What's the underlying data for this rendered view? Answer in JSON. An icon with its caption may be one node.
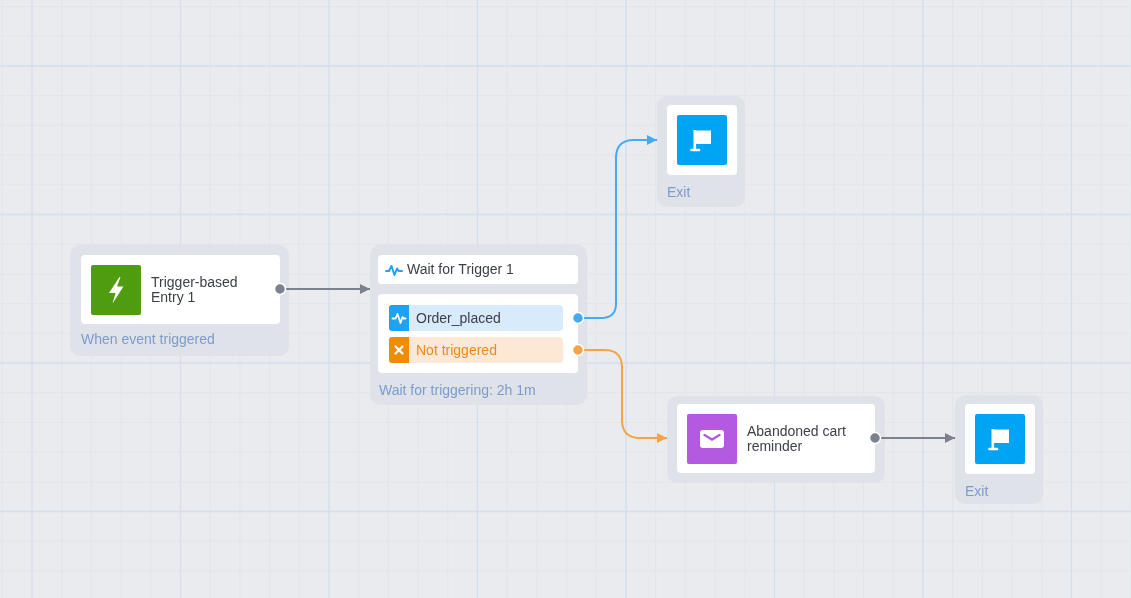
{
  "diagram": {
    "nodes": [
      {
        "text": [
          "Trigger-based Entry 1",
          "When event triggered"
        ]
      },
      {
        "text": [
          "Wait for Trigger 1",
          "Wait for triggering: 2h 1m"
        ]
      },
      {
        "text": [],
        "shape": "box",
        "in": 1
      },
      {
        "text": [
          "Order_placed"
        ],
        "in": 2
      },
      {
        "text": [
          "Not triggered"
        ],
        "in": 2
      },
      {
        "text": [
          "Exit"
        ]
      },
      {
        "text": [
          "Abandoned cart reminder"
        ]
      },
      {
        "text": [
          "Exit"
        ]
      }
    ],
    "edges": [
      {
        "from": 0,
        "to": 1,
        "arrow": "to"
      },
      {
        "from": 3,
        "to": 5,
        "arrow": "to",
        "color": "#45aaf2"
      },
      {
        "from": 4,
        "to": 6,
        "arrow": "to",
        "color": "#f2a446"
      },
      {
        "from": 6,
        "to": 7,
        "arrow": "to"
      }
    ]
  }
}
